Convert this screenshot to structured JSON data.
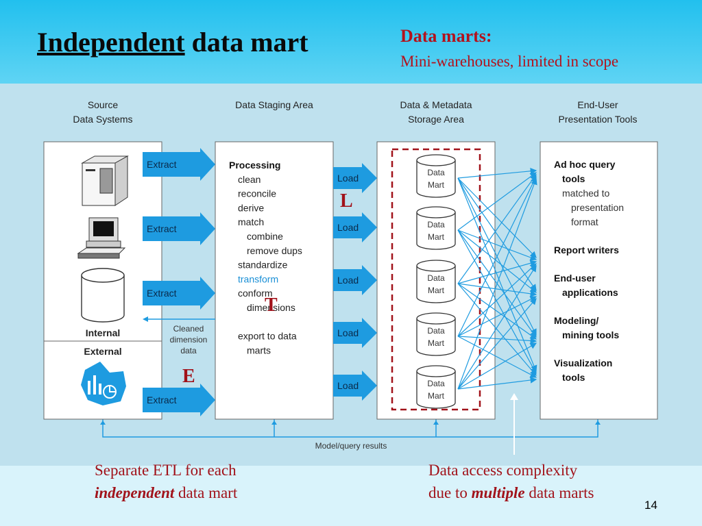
{
  "title": {
    "underlined": "Independent",
    "rest": " data mart"
  },
  "callout": {
    "heading": "Data marts:",
    "subtitle": "Mini-warehouses, limited in scope"
  },
  "columns": {
    "source": [
      "Source",
      "Data Systems"
    ],
    "staging": [
      "Data Staging Area"
    ],
    "storage": [
      "Data & Metadata",
      "Storage Area"
    ],
    "tools": [
      "End-User",
      "Presentation Tools"
    ]
  },
  "source_boxes": {
    "internal": "Internal",
    "external": "External"
  },
  "extract_label": "Extract",
  "load_label": "Load",
  "staging_items": [
    {
      "text": "Processing",
      "bold": true,
      "indent": 0,
      "color": "#111111"
    },
    {
      "text": "clean",
      "indent": 1,
      "color": "#222222"
    },
    {
      "text": "reconcile",
      "indent": 1,
      "color": "#222222"
    },
    {
      "text": "derive",
      "indent": 1,
      "color": "#222222"
    },
    {
      "text": "match",
      "indent": 1,
      "color": "#222222"
    },
    {
      "text": "combine",
      "indent": 2,
      "color": "#222222"
    },
    {
      "text": "remove dups",
      "indent": 2,
      "color": "#222222"
    },
    {
      "text": "standardize",
      "indent": 1,
      "color": "#222222"
    },
    {
      "text": "transform",
      "indent": 1,
      "color": "#1a8fd6"
    },
    {
      "text": "conform",
      "indent": 1,
      "color": "#222222"
    },
    {
      "text": "dimensions",
      "indent": 2,
      "color": "#222222"
    },
    {
      "text": "",
      "indent": 1,
      "color": "#222222"
    },
    {
      "text": "export to data",
      "indent": 1,
      "color": "#222222"
    },
    {
      "text": "marts",
      "indent": 2,
      "color": "#222222"
    }
  ],
  "cleaned_label": [
    "Cleaned",
    "dimension",
    "data"
  ],
  "mart_label": [
    "Data",
    "Mart"
  ],
  "tools_items": [
    {
      "lines": [
        "Ad hoc query",
        "tools"
      ],
      "sub": [
        "matched to",
        "presentation",
        "format"
      ]
    },
    {
      "lines": [
        "Report writers"
      ],
      "sub": []
    },
    {
      "lines": [
        "End-user",
        "applications"
      ],
      "sub": []
    },
    {
      "lines": [
        "Modeling/",
        "mining tools"
      ],
      "sub": []
    },
    {
      "lines": [
        "Visualization",
        "tools"
      ],
      "sub": []
    }
  ],
  "feedback_label": "Model/query results",
  "etl_letters": {
    "L": "L",
    "T": "T",
    "E": "E"
  },
  "bottom_left": {
    "line1": "Separate ETL for each",
    "line2_em": "independent",
    "line2_rest": " data mart"
  },
  "bottom_right": {
    "line1": "Data access complexity",
    "line2_pre": "due to ",
    "line2_em": "multiple",
    "line2_rest": " data marts"
  },
  "page_number": "14",
  "colors": {
    "arrow": "#1e9be0",
    "dark_red": "#a1121a",
    "header": "#22c0ee"
  }
}
